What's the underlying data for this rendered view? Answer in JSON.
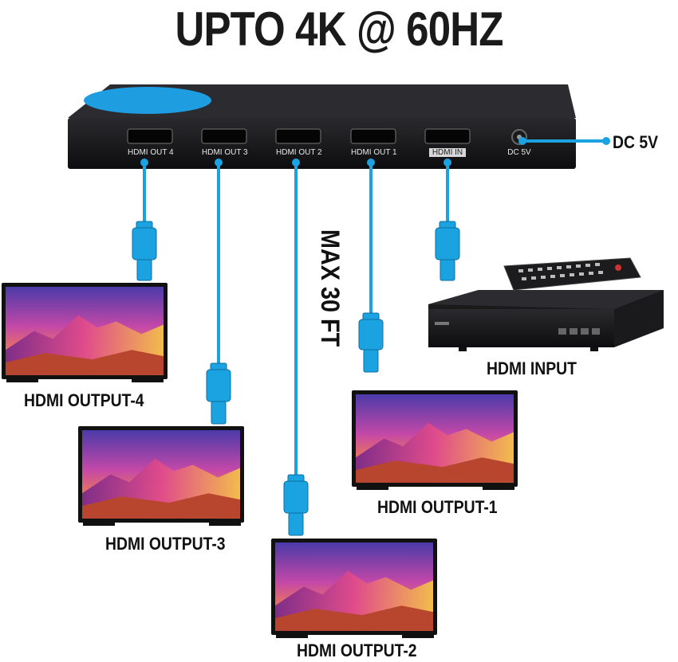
{
  "title": "UPTO 4K @ 60HZ",
  "device": {
    "ports": [
      "HDMI OUT 4",
      "HDMI OUT 3",
      "HDMI OUT 2",
      "HDMI OUT 1",
      "HDMI IN",
      "DC 5V"
    ]
  },
  "labels": {
    "dc_power": "DC 5V",
    "max_length": "MAX 30 FT",
    "input": "HDMI INPUT",
    "output_4": "HDMI OUTPUT-4",
    "output_3": "HDMI OUTPUT-3",
    "output_2": "HDMI OUTPUT-2",
    "output_1": "HDMI OUTPUT-1"
  },
  "colors": {
    "cable": "#1aa3e0",
    "device": "#151517",
    "text": "#111111"
  }
}
